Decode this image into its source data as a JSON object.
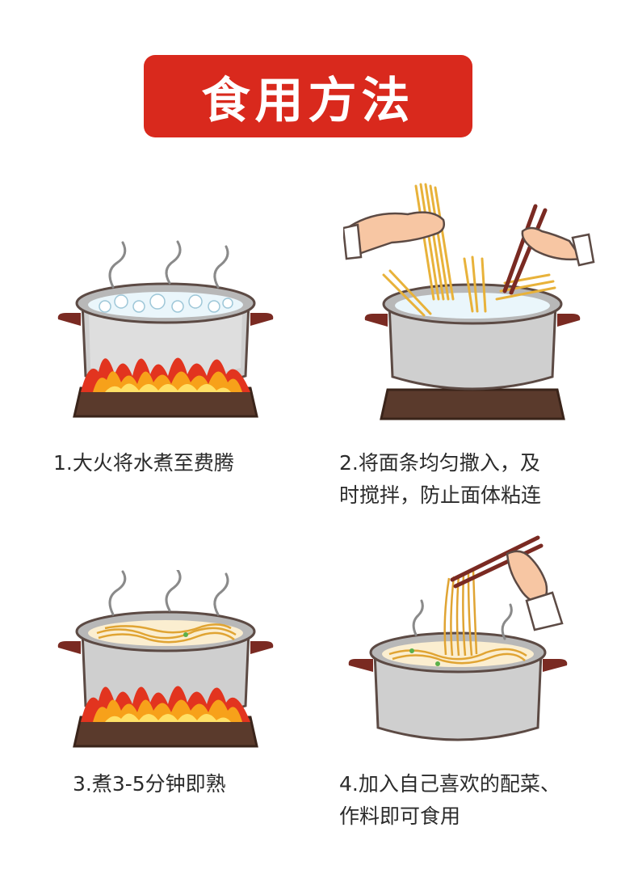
{
  "title": "食用方法",
  "colors": {
    "banner": "#d9291d",
    "caption_text": "#2b2b2b"
  },
  "steps": [
    {
      "caption_lines": [
        "1.大火将水煮至费腾"
      ],
      "icon": "boiling-pot-on-fire-icon"
    },
    {
      "caption_lines": [
        "2.将面条均匀撒入，及",
        "时搅拌，防止面体粘连"
      ],
      "icon": "noodles-into-pot-icon"
    },
    {
      "caption_lines": [
        "3.煮3-5分钟即熟"
      ],
      "icon": "cooking-noodles-pot-icon"
    },
    {
      "caption_lines": [
        "4.加入自己喜欢的配菜、",
        "作料即可食用"
      ],
      "icon": "serving-noodles-pot-icon"
    }
  ]
}
